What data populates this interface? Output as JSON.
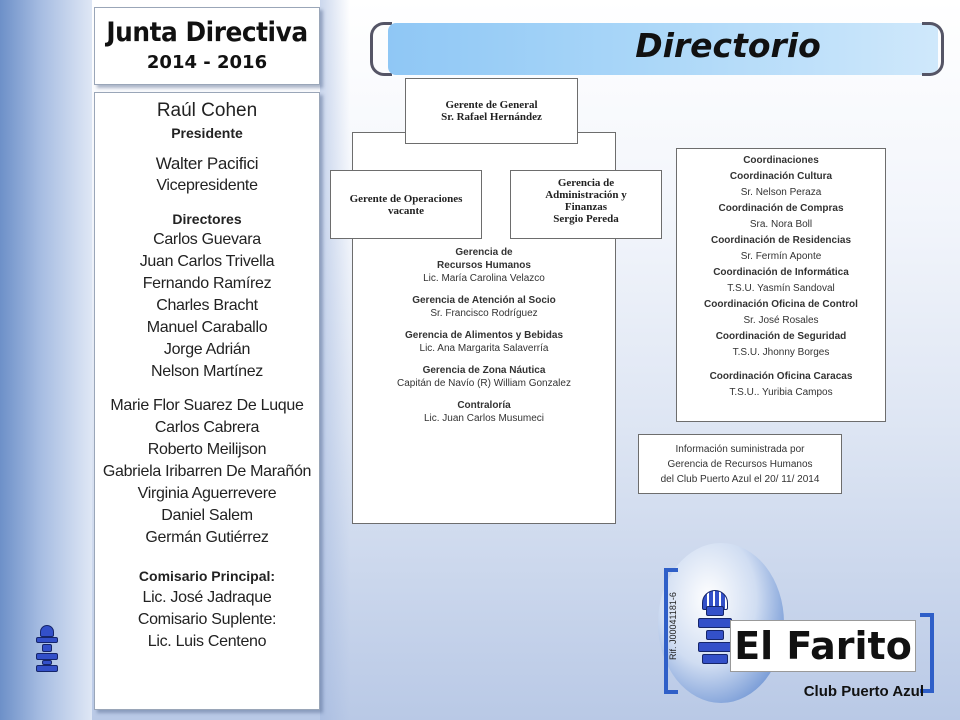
{
  "junta": {
    "title": "Junta Directiva",
    "years": "2014 - 2016"
  },
  "board": {
    "president_name": "Raúl Cohen",
    "president_role": "Presidente",
    "vp_name": "Walter Pacifici",
    "vp_role": "Vicepresidente",
    "directors_label": "Directores",
    "directors": [
      "Carlos Guevara",
      "Juan Carlos Trivella",
      "Fernando Ramírez",
      "Charles Bracht",
      "Manuel Caraballo",
      "Jorge Adrián",
      "Nelson Martínez"
    ],
    "directors_2": [
      "Marie Flor Suarez De Luque",
      "Carlos Cabrera",
      "Roberto Meilijson",
      "Gabriela Iribarren De Marañón",
      "Virginia Aguerrevere",
      "Daniel Salem",
      "Germán Gutiérrez"
    ],
    "comisario_label": "Comisario Principal:",
    "comisario_name": "Lic. José Jadraque",
    "suplente_label": "Comisario Suplente:",
    "suplente_name": "Lic. Luis Centeno"
  },
  "directorio": {
    "title": "Directorio"
  },
  "org": {
    "general_line1": "Gerente de General",
    "general_line2": "Sr. Rafael Hernández",
    "ops_line1": "Gerente de Operaciones",
    "ops_line2": "vacante",
    "adm_line1": "Gerencia de",
    "adm_line2": "Administración y",
    "adm_line3": "Finanzas",
    "adm_line4": "Sergio Pereda",
    "gerencias": [
      {
        "title": "Gerencia de",
        "title2": "Recursos Humanos",
        "person": "Lic. María Carolina Velazco"
      },
      {
        "title": "Gerencia de Atención al Socio",
        "title2": "",
        "person": "Sr. Francisco Rodríguez"
      },
      {
        "title": "Gerencia de Alimentos y Bebidas",
        "title2": "",
        "person": "Lic. Ana Margarita Salaverría"
      },
      {
        "title": "Gerencia de Zona Náutica",
        "title2": "",
        "person": "Capitán de Navío (R) William  Gonzalez"
      },
      {
        "title": "Contraloría",
        "title2": "",
        "person": "Lic. Juan Carlos Musumeci"
      }
    ]
  },
  "coordinaciones": {
    "header": "Coordinaciones",
    "items": [
      {
        "title": "Coordinación Cultura",
        "person": "Sr. Nelson Peraza"
      },
      {
        "title": "Coordinación de Compras",
        "person": "Sra. Nora Boll"
      },
      {
        "title": "Coordinación de Residencias",
        "person": "Sr. Fermín Aponte"
      },
      {
        "title": "Coordinación de Informática",
        "person": "T.S.U. Yasmín Sandoval"
      },
      {
        "title": "Coordinación Oficina de Control",
        "person": "Sr. José Rosales"
      },
      {
        "title": "Coordinación de Seguridad",
        "person": "T.S.U. Jhonny Borges"
      },
      {
        "title": "Coordinación  Oficina Caracas",
        "person": "T.S.U.. Yuribia Campos"
      }
    ]
  },
  "info": {
    "line1": "Información suministrada por",
    "line2": "Gerencia de Recursos Humanos",
    "line3": "del  Club Puerto Azul el 20/ 11/ 2014"
  },
  "logo": {
    "rif": "Rif. J00041181-6",
    "name": "El Farito",
    "club": "Club Puerto Azul",
    "brand_color": "#2f5fc8"
  }
}
